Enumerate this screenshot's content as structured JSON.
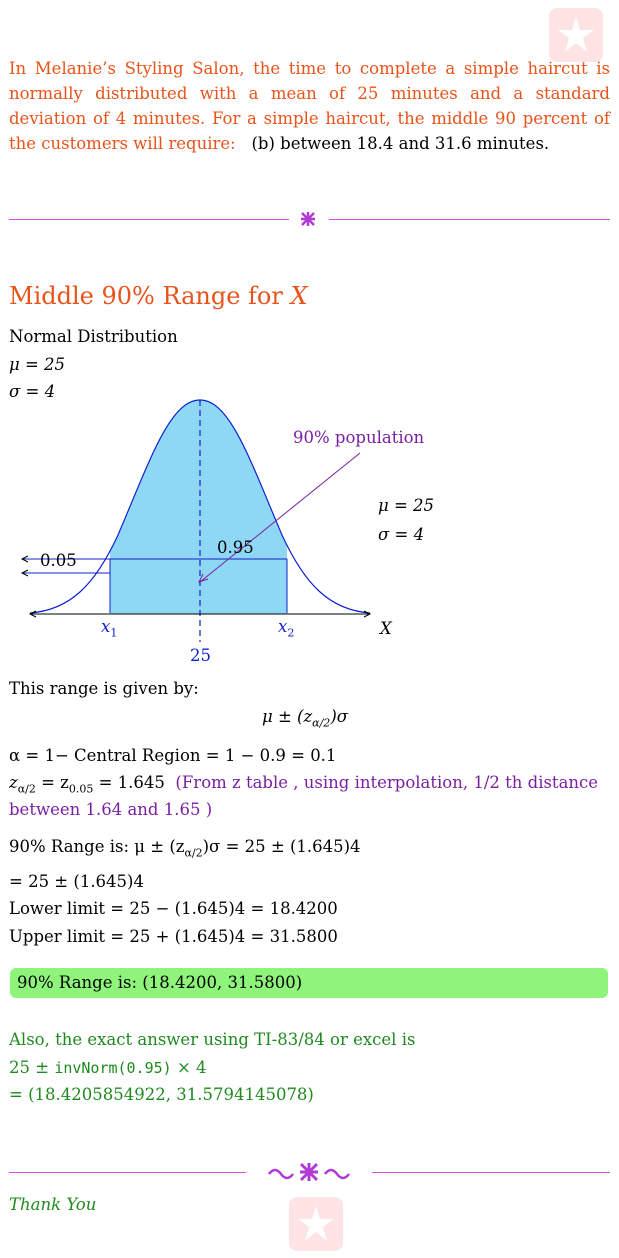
{
  "problem": {
    "orange_text": "In Melanie’s Styling Salon, the time to complete a simple haircut is normally distributed with a mean of 25 minutes and a standard deviation of 4 minutes. For a simple haircut, the middle 90 percent of the customers will require:",
    "answer_text": "(b) between 18.4 and 31.6 minutes."
  },
  "heading": {
    "prefix": "Middle 90% Range for ",
    "variable": "X"
  },
  "distribution": {
    "name": "Normal Distribution",
    "mu_line": "μ = 25",
    "sigma_line": "σ = 4"
  },
  "figure": {
    "population_label": "90% population",
    "area_label": "0.95",
    "tail_label": "0.05",
    "mu_label": "μ = 25",
    "sigma_label": "σ = 4",
    "x1_label": "x",
    "x1_sub": "1",
    "x2_label": "x",
    "x2_sub": "2",
    "axis_label": "X",
    "center_label": "25"
  },
  "solution": {
    "range_intro": "This range is given by:",
    "formula": "μ ± (z",
    "formula_sub": "α/2",
    "formula_end": ")σ",
    "alpha_line": "α = 1− Central Region = 1 − 0.9 = 0.1",
    "z_prefix": "z",
    "z_sub1": "α/2",
    "z_mid": " = z",
    "z_sub2": "0.05",
    "z_value": " = 1.645",
    "z_note_1": "(From z table , using interpolation, 1/2 th distance",
    "z_note_2": "between 1.64 and 1.65 )",
    "range_line_prefix": "90% Range is:  μ ± (z",
    "range_line_sub": "α/2",
    "range_line_end": ")σ = 25 ± (1.645)4",
    "eq_line": "= 25 ± (1.645)4",
    "lower_line": "Lower limit = 25 − (1.645)4 = 18.4200",
    "upper_line": "Upper limit = 25 + (1.645)4 = 31.5800",
    "highlight": "90% Range is:  (18.4200, 31.5800)"
  },
  "exact": {
    "intro": "Also, the exact answer using TI-83/84 or excel is",
    "expr_a": "25 ± ",
    "expr_code": "invNorm(0.95)",
    "expr_b": " × 4",
    "result": "= (18.4205854922, 31.5794145078)"
  },
  "closing": "Thank You",
  "colors": {
    "accent_orange": "#e8531a",
    "purple": "#7a1fa2",
    "green": "#1f8a1f",
    "fill_blue": "#8fd8f5",
    "highlight_green": "#8ef47a",
    "divider": "#d24fd2"
  }
}
